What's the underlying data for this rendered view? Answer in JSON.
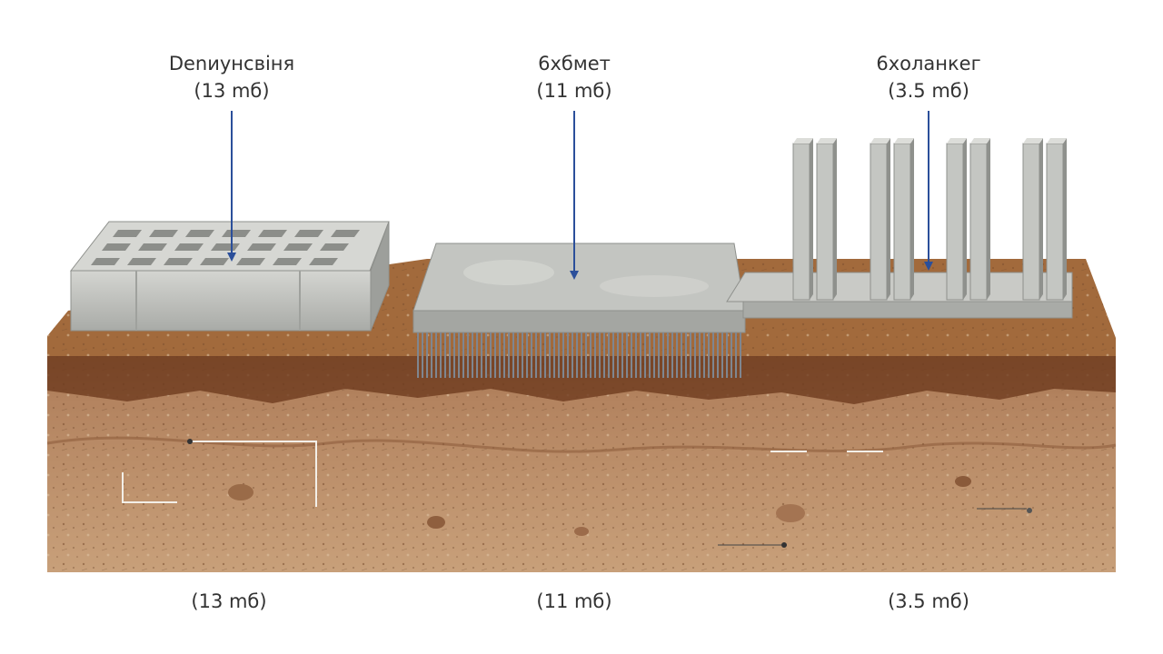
{
  "diagram": {
    "items": [
      {
        "title": "Dеnиунсвіня",
        "value": "(13 mб)",
        "bottom": "(13 mб)"
      },
      {
        "title": "6хбмет",
        "value": "(11 mб)",
        "bottom": "(11 mб)"
      },
      {
        "title": "6холанкег",
        "value": "(3.5 mб)",
        "bottom": "(3.5 mб)"
      }
    ]
  },
  "colors": {
    "leader_line": "#2b4f9a",
    "concrete": "#b8bab6",
    "soil_top": "#a26a3c",
    "soil_dark": "#6e3b1e",
    "soil_mid": "#b08060",
    "soil_deep": "#c59a73"
  }
}
